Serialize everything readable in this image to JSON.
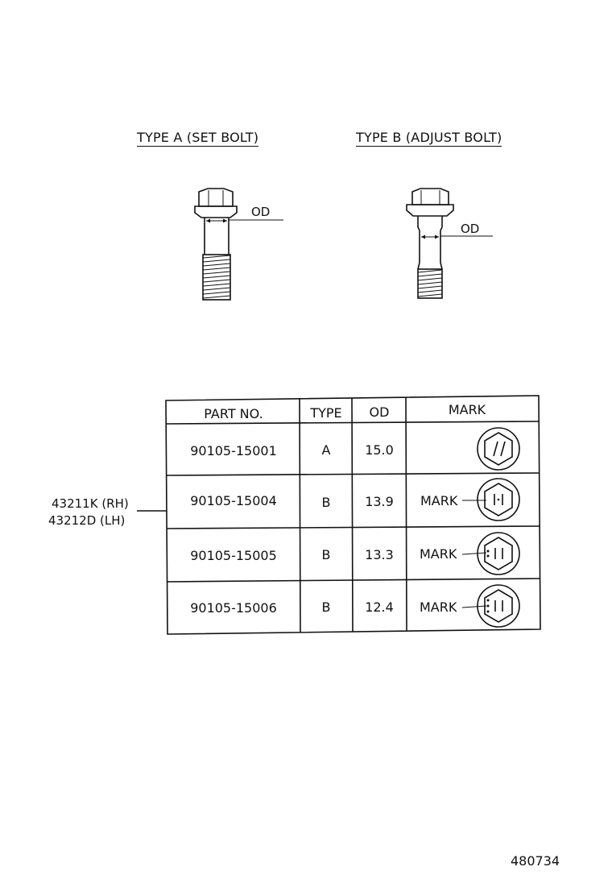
{
  "headings": {
    "type_a": "TYPE A (SET BOLT)",
    "type_b": "TYPE B (ADJUST BOLT)"
  },
  "labels": {
    "od_a": "OD",
    "od_b": "OD"
  },
  "callouts": {
    "rh": "43211K (RH)",
    "lh": "43212D (LH)"
  },
  "table": {
    "headers": [
      "PART NO.",
      "TYPE",
      "OD",
      "MARK"
    ],
    "rows": [
      {
        "part_no": "90105-15001",
        "type": "A",
        "od": "15.0",
        "mark_label": "",
        "mark_text": "/ /"
      },
      {
        "part_no": "90105-15004",
        "type": "B",
        "od": "13.9",
        "mark_label": "MARK",
        "mark_text": "1·1"
      },
      {
        "part_no": "90105-15005",
        "type": "B",
        "od": "13.3",
        "mark_label": "MARK",
        "mark_text": "1 1"
      },
      {
        "part_no": "90105-15006",
        "type": "B",
        "od": "12.4",
        "mark_label": "MARK",
        "mark_text": "1 1"
      }
    ]
  },
  "figure_number": "480734"
}
